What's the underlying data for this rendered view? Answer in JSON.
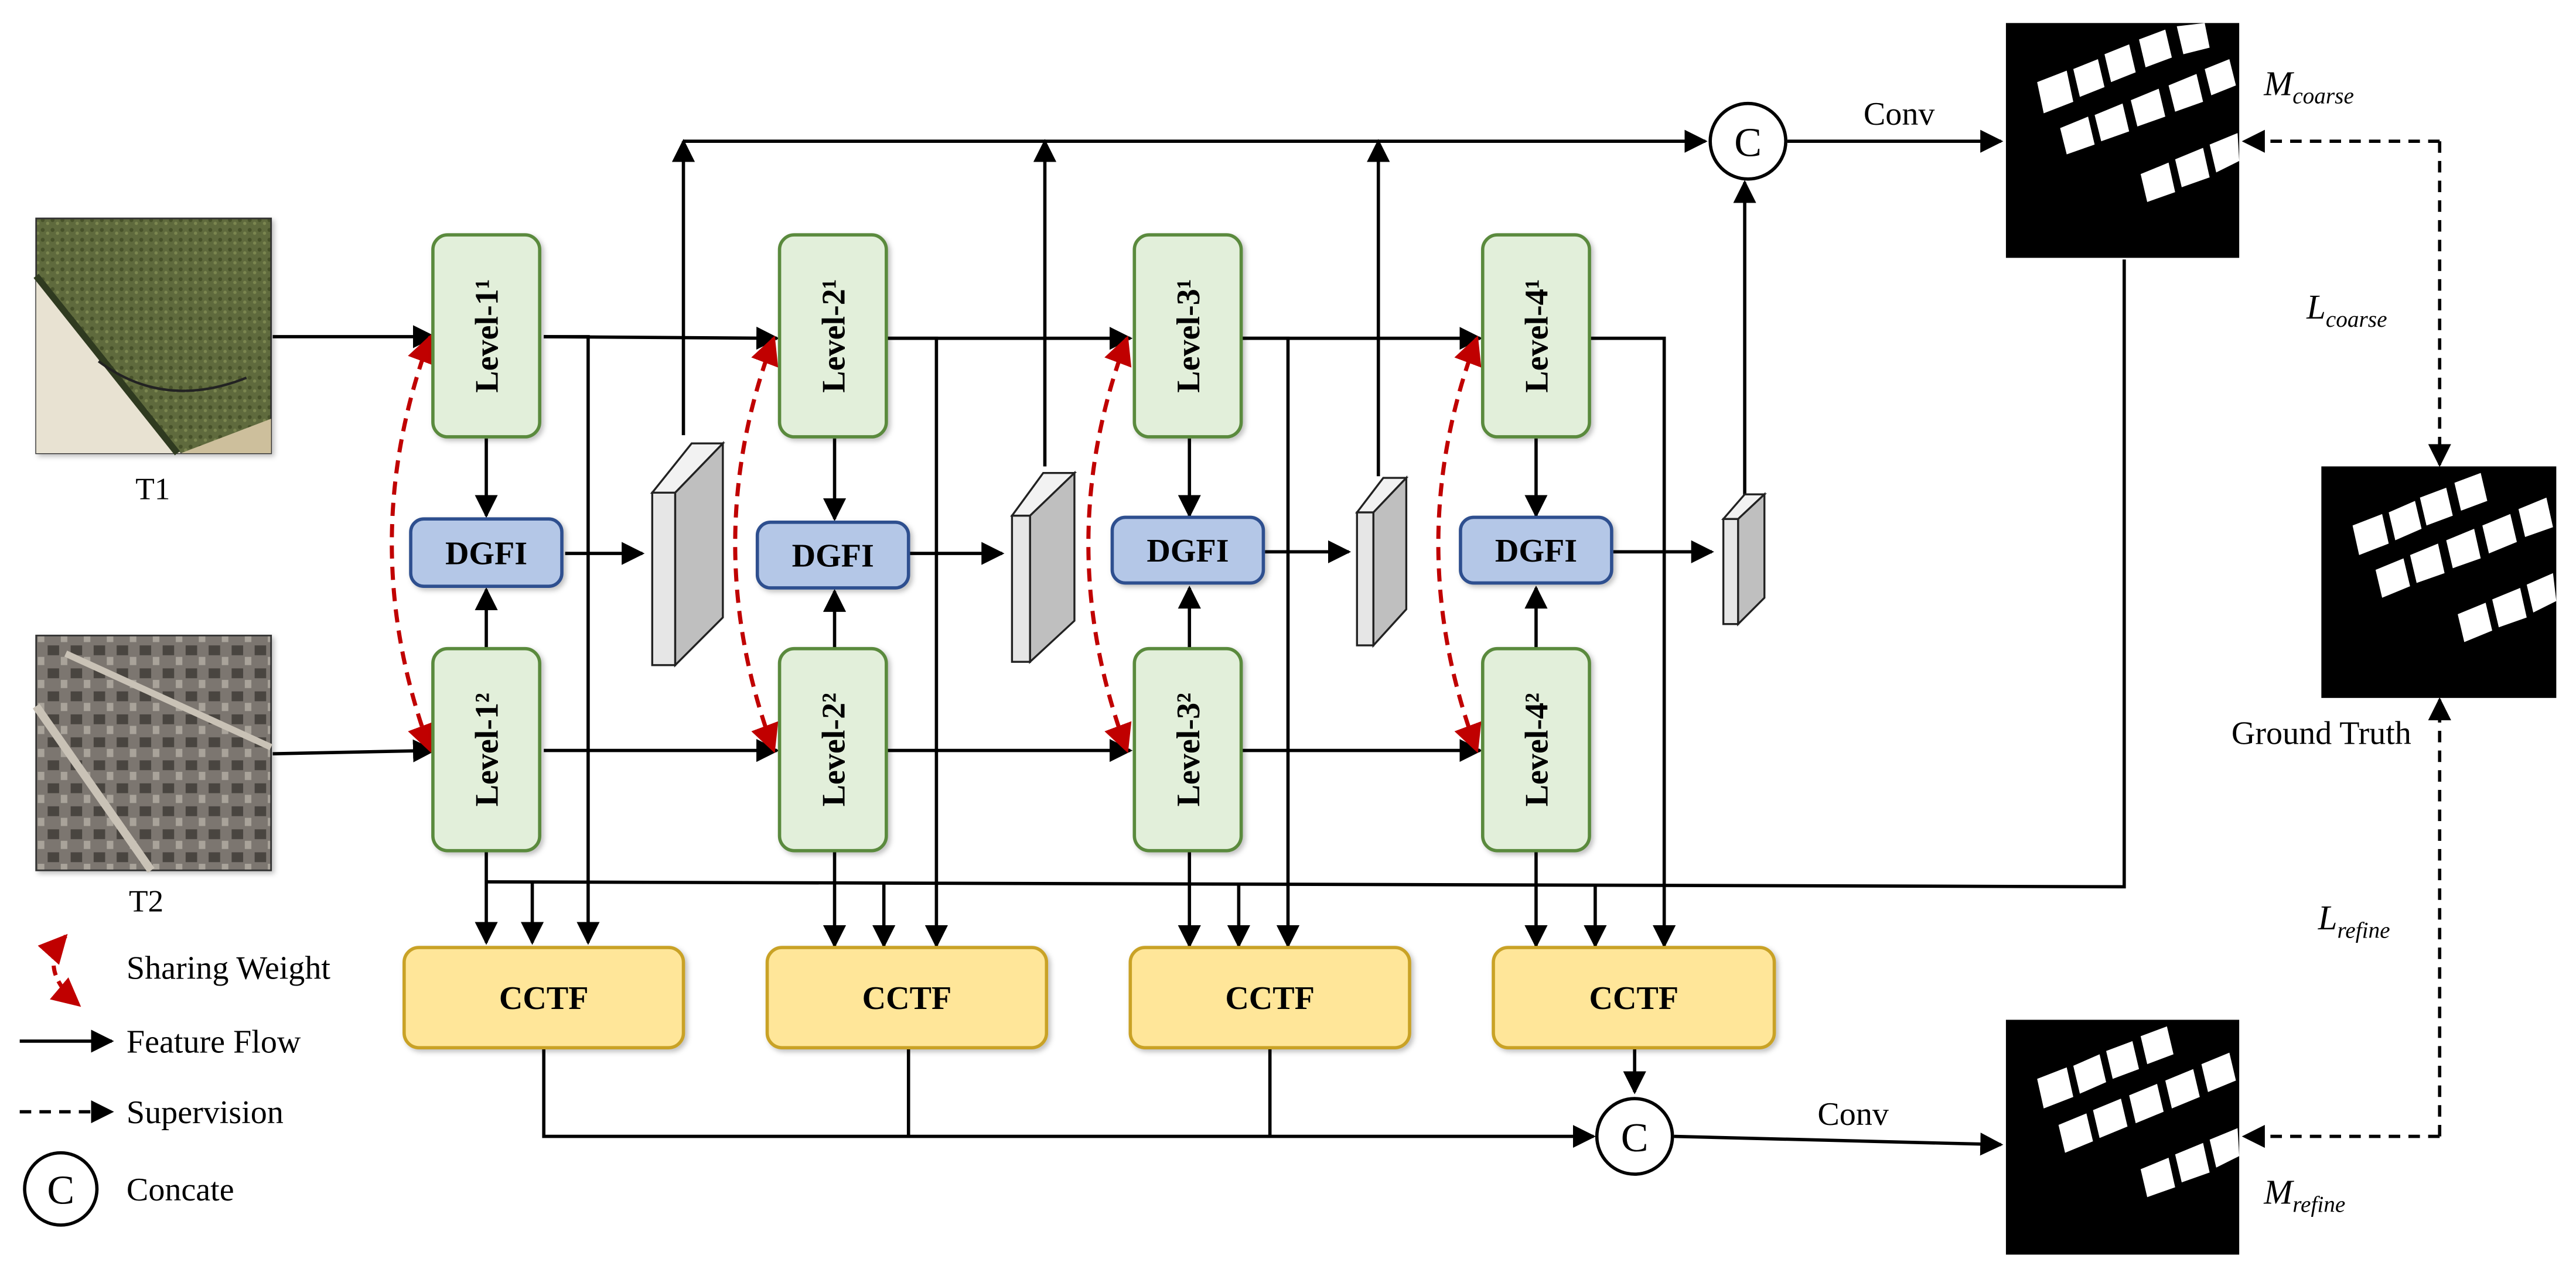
{
  "inputs": {
    "t1_label": "T1",
    "t2_label": "T2"
  },
  "levels": {
    "t1": [
      "Level-1¹",
      "Level-2¹",
      "Level-3¹",
      "Level-4¹"
    ],
    "t2": [
      "Level-1²",
      "Level-2²",
      "Level-3²",
      "Level-4²"
    ]
  },
  "modules": {
    "dgfi": [
      "DGFI",
      "DGFI",
      "DGFI",
      "DGFI"
    ],
    "cctf": [
      "CCTF",
      "CCTF",
      "CCTF",
      "CCTF"
    ]
  },
  "concat_symbol": "C",
  "outputs": {
    "conv_top": "Conv",
    "conv_bottom": "Conv",
    "m_coarse": {
      "base": "M",
      "sub": "coarse"
    },
    "m_refine": {
      "base": "M",
      "sub": "refine"
    },
    "l_coarse": {
      "base": "L",
      "sub": "coarse"
    },
    "l_refine": {
      "base": "L",
      "sub": "refine"
    },
    "ground_truth": "Ground Truth"
  },
  "legend": {
    "sharing_weight": "Sharing Weight",
    "feature_flow": "Feature Flow",
    "supervision": "Supervision",
    "concate": "Concate"
  },
  "colors": {
    "level_fill": "#e2efda",
    "level_stroke": "#5a8a3c",
    "dgfi_fill": "#b4c7e7",
    "dgfi_stroke": "#2f4f8f",
    "cctf_fill": "#ffe699",
    "cctf_stroke": "#c9a227",
    "share_arrow": "#c00000",
    "line": "#000000"
  }
}
